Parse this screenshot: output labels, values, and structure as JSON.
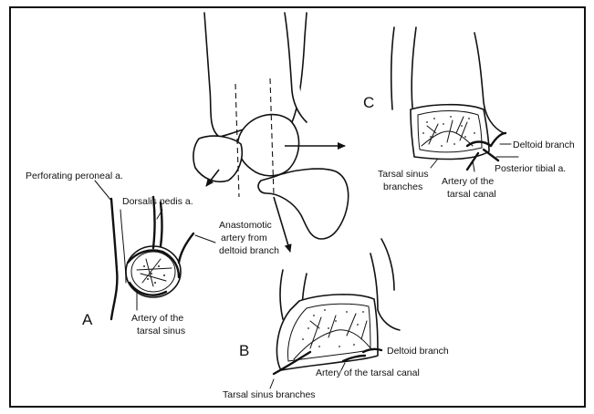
{
  "panels": {
    "a": "A",
    "b": "B",
    "c": "C"
  },
  "labels": {
    "perforating_peroneal": "Perforating peroneal a.",
    "dorsalis_pedis": "Dorsalis pedis a.",
    "anastomotic_1": "Anastomotic",
    "anastomotic_2": "artery from",
    "anastomotic_3": "deltoid branch",
    "tarsal_sinus_artery_1": "Artery of the",
    "tarsal_sinus_artery_2": "tarsal sinus",
    "b_deltoid_branch": "Deltoid branch",
    "b_tarsal_canal_artery": "Artery of the tarsal canal",
    "b_tarsal_sinus_branches": "Tarsal sinus branches",
    "c_deltoid_branch": "Deltoid branch",
    "c_posterior_tibial": "Posterior tibial a.",
    "c_tarsal_sinus_1": "Tarsal sinus",
    "c_tarsal_sinus_2": "branches",
    "c_tarsal_canal_1": "Artery of the",
    "c_tarsal_canal_2": "tarsal canal"
  }
}
